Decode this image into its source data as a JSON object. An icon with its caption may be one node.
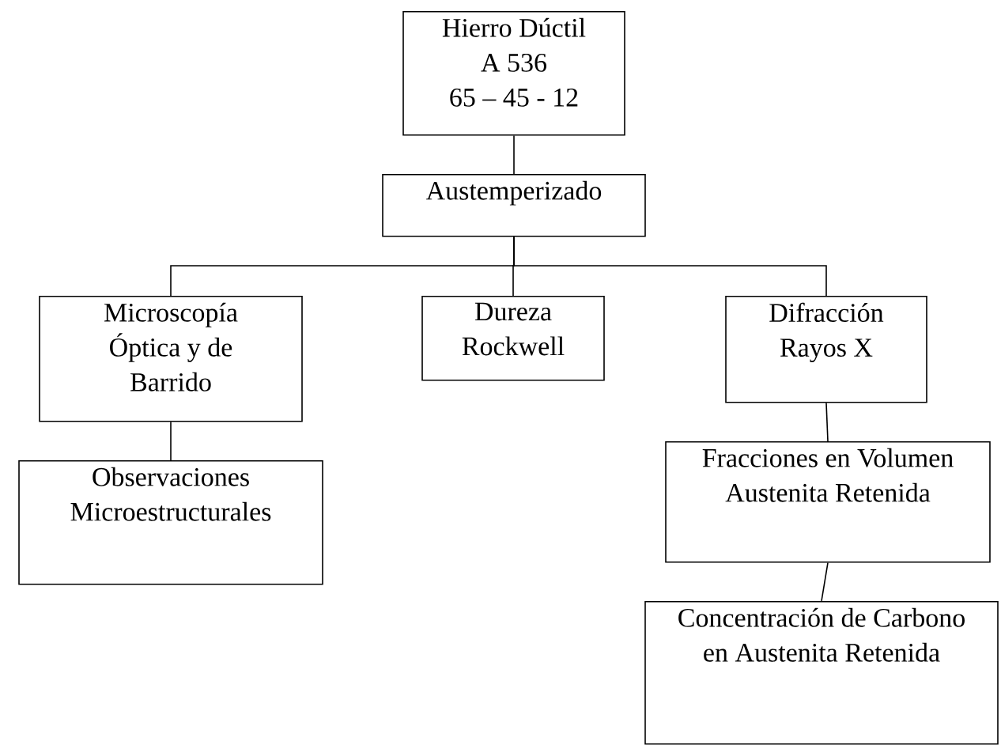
{
  "diagram": {
    "nodes": [
      {
        "text": [
          "Hierro Dúctil",
          "A 536",
          "65 – 45 - 12"
        ]
      },
      {
        "text": [
          "Austemperizado"
        ]
      },
      {
        "text": [
          "Microscopía Óptica y de Barrido"
        ]
      },
      {
        "text": [
          "Dureza Rockwell"
        ]
      },
      {
        "text": [
          "Difracción Rayos X"
        ]
      },
      {
        "text": [
          "Observaciones Microestructurales"
        ]
      },
      {
        "text": [
          "Fracciones en Volumen Austenita Retenida"
        ]
      },
      {
        "text": [
          "Concentración de Carbono en Austenita Retenida"
        ]
      }
    ],
    "edges": [
      {
        "from": 0,
        "to": 1,
        "arrow": "none"
      },
      {
        "from": 1,
        "to": 2,
        "arrow": "none"
      },
      {
        "from": 1,
        "to": 3,
        "arrow": "none"
      },
      {
        "from": 1,
        "to": 4,
        "arrow": "none"
      },
      {
        "from": 2,
        "to": 5,
        "arrow": "none"
      },
      {
        "from": 4,
        "to": 6,
        "arrow": "none"
      },
      {
        "from": 6,
        "to": 7,
        "arrow": "none"
      }
    ]
  }
}
